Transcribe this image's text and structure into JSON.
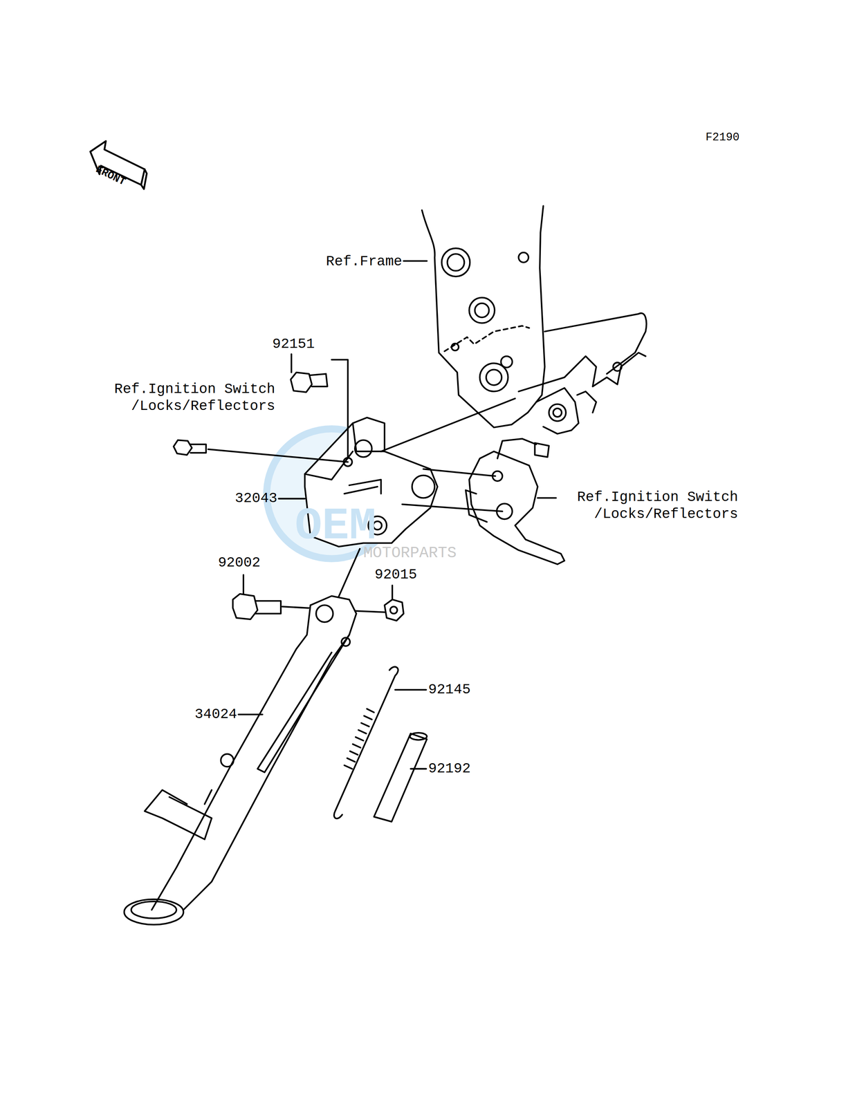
{
  "diagram": {
    "labels": [
      "FRONT",
      "F2190",
      "Ref.Frame",
      "92151",
      "Ref.Ignition Switch /Locks/Reflectors",
      "32043",
      "Ref.Ignition Switch /Locks/Reflectors",
      "OEM",
      "MOTORPARTS",
      "92002",
      "92015",
      "34024",
      "92145",
      "92192"
    ]
  }
}
